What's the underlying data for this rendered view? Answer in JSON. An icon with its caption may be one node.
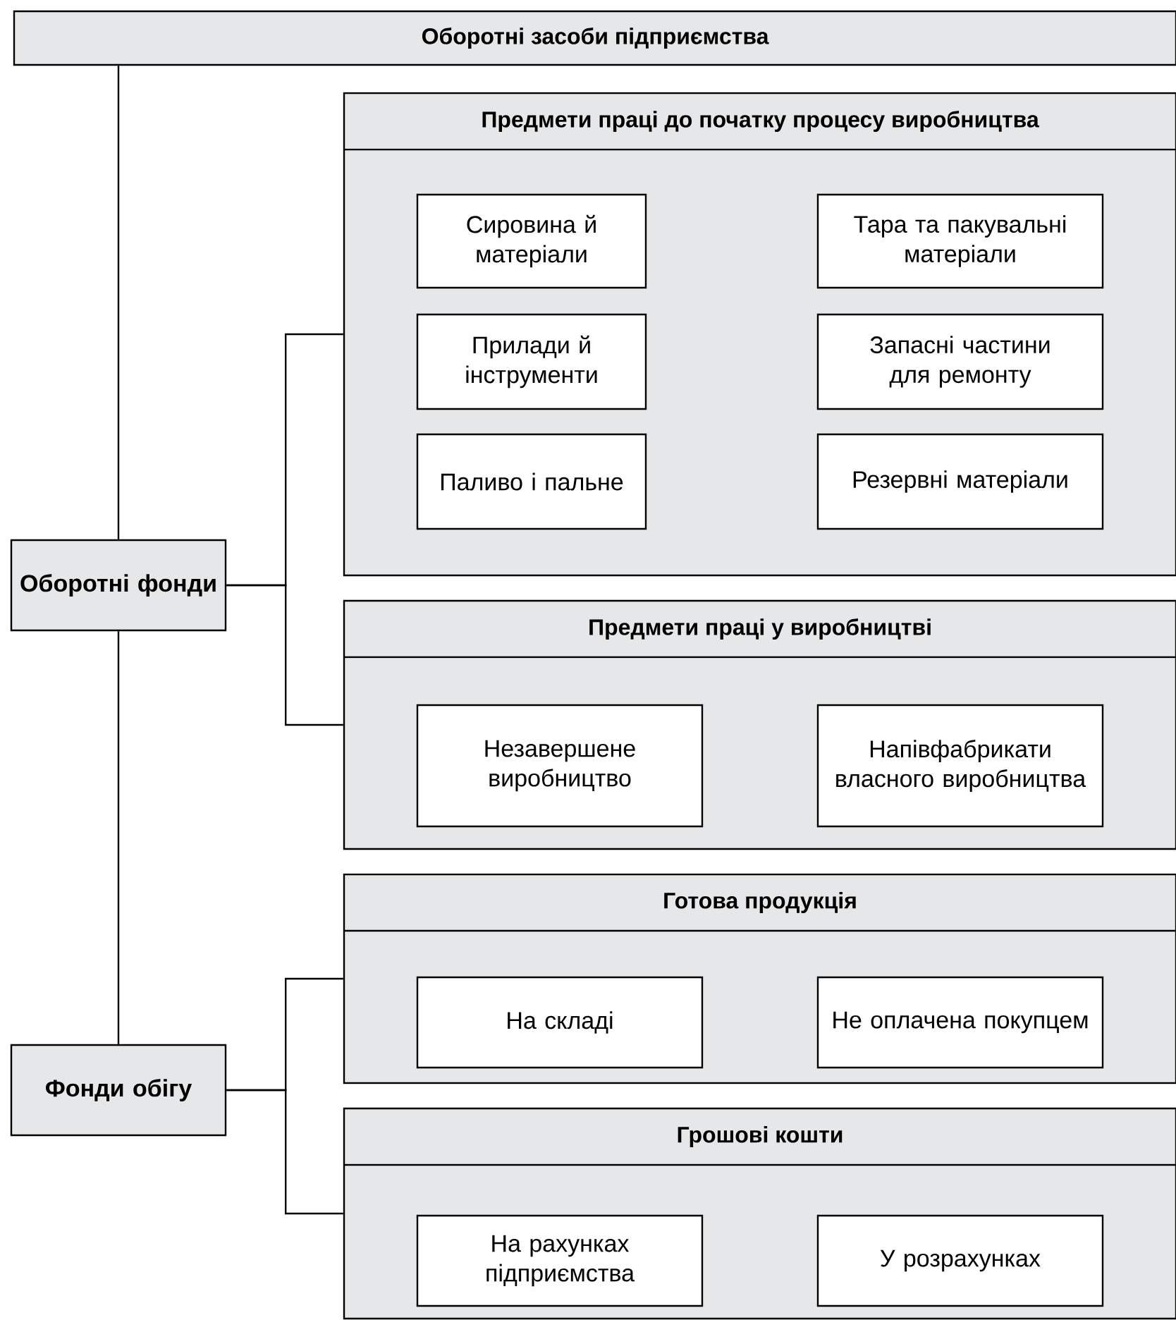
{
  "diagram": {
    "nodes": [
      {
        "text": [
          "Оборотні засоби підприємства"
        ]
      },
      {
        "text": [
          "Предмети праці до початку процесу виробництва"
        ]
      },
      {
        "text": [
          "Сировина й матеріали"
        ],
        "in": 1
      },
      {
        "text": [
          "Тара та пакувальні матеріали"
        ],
        "in": 1
      },
      {
        "text": [
          "Прилади й інструменти"
        ],
        "in": 1
      },
      {
        "text": [
          "Запасні частини для ремонту"
        ],
        "in": 1
      },
      {
        "text": [
          "Паливо і пальне"
        ],
        "in": 1
      },
      {
        "text": [
          "Резервні матеріали"
        ],
        "in": 1
      },
      {
        "text": [
          "Оборотні фонди"
        ]
      },
      {
        "text": [
          "Предмети праці у виробництві"
        ]
      },
      {
        "text": [
          "Незавершене виробництво"
        ],
        "in": 9
      },
      {
        "text": [
          "Напівфабрикати власного виробництва"
        ],
        "in": 9
      },
      {
        "text": [
          "Готова продукція"
        ]
      },
      {
        "text": [
          "На складі"
        ],
        "in": 12
      },
      {
        "text": [
          "Не оплачена покупцем"
        ],
        "in": 12
      },
      {
        "text": [
          "Фонди обігу"
        ]
      },
      {
        "text": [
          "Грошові кошти"
        ]
      },
      {
        "text": [
          "На рахунках підприємства"
        ],
        "in": 16
      },
      {
        "text": [
          "У розрахунках"
        ],
        "in": 16
      }
    ],
    "edges": [
      {
        "from": 0,
        "to": 8,
        "arrow": "none"
      },
      {
        "from": 8,
        "to": 15,
        "arrow": "none"
      },
      {
        "from": 8,
        "to": 1,
        "arrow": "none"
      },
      {
        "from": 8,
        "to": 9,
        "arrow": "none"
      },
      {
        "from": 15,
        "to": 12,
        "arrow": "none"
      },
      {
        "from": 15,
        "to": 16,
        "arrow": "none"
      }
    ]
  }
}
